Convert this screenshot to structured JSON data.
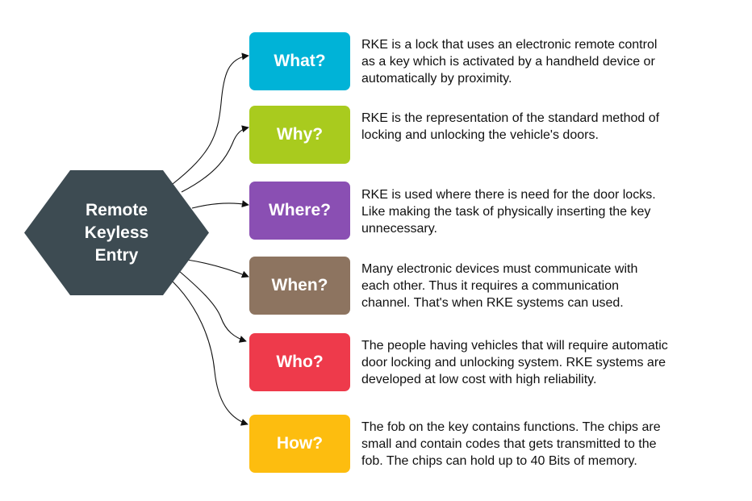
{
  "hub": {
    "title": "Remote Keyless Entry",
    "color": "#3d4b52"
  },
  "items": [
    {
      "question": "What?",
      "color": "#00b3d7",
      "description": "RKE is a lock that uses an electronic remote control as a key which is activated by a handheld device or automatically by proximity."
    },
    {
      "question": "Why?",
      "color": "#a9cb1e",
      "description": "RKE is the representation of the standard method of locking and unlocking the vehicle's doors."
    },
    {
      "question": "Where?",
      "color": "#8a4fb3",
      "description": "RKE is used where there is need for the door locks. Like making the task of physically inserting the key unnecessary."
    },
    {
      "question": "When?",
      "color": "#8d7460",
      "description": "Many electronic devices must communicate with each other. Thus it requires a communication channel. That's when RKE systems can used."
    },
    {
      "question": "Who?",
      "color": "#ee3a4b",
      "description": "The people having vehicles that will require automatic door locking and unlocking system. RKE systems are developed at low cost with high reliability."
    },
    {
      "question": "How?",
      "color": "#fdbd0f",
      "description": "The fob on the key contains functions. The chips are small and contain codes that gets transmitted to the fob. The chips can hold up to 40 Bits of memory."
    }
  ]
}
